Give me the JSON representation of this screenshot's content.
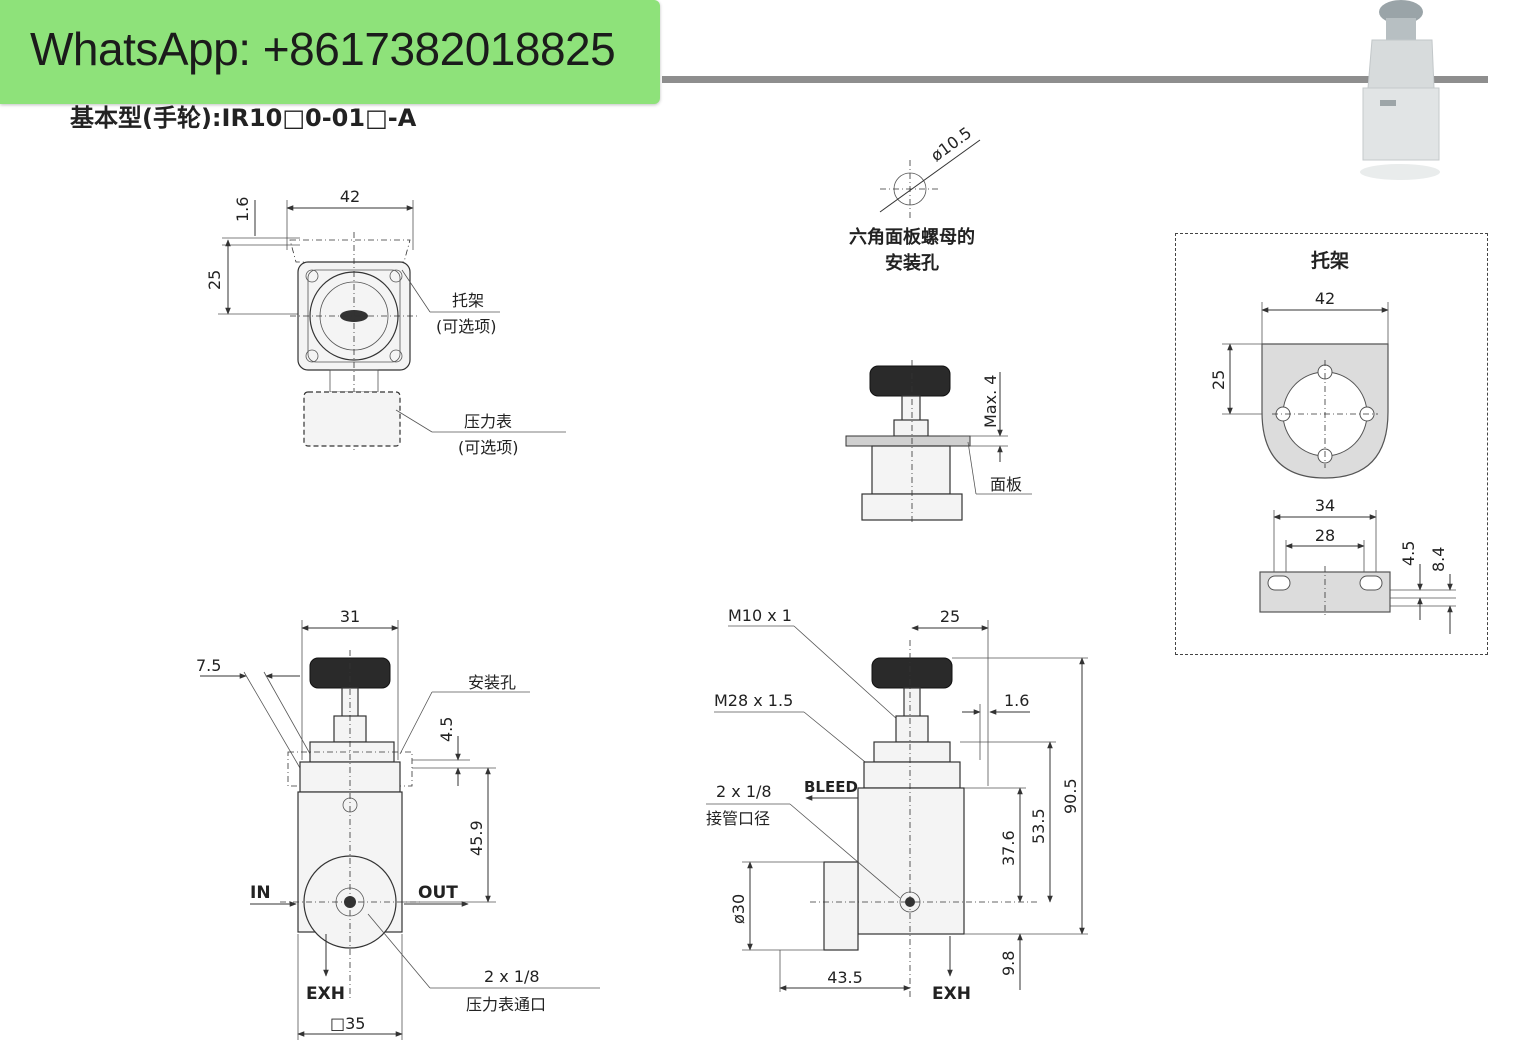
{
  "banner": {
    "text": "WhatsApp: +8617382018825"
  },
  "title": "基本型(手轮):IR10□0-01□-A",
  "front_view": {
    "width": "42",
    "top_gap": "1.6",
    "height": "25",
    "bracket_label": "托架",
    "bracket_note": "(可选项)",
    "gauge_label": "压力表",
    "gauge_note": "(可选项)"
  },
  "panel_hole": {
    "diameter": "ø10.5",
    "label_line1": "六角面板螺母的",
    "label_line2": "安装孔"
  },
  "panel_mount": {
    "max": "Max. 4",
    "panel_label": "面板"
  },
  "bracket_detail": {
    "title": "托架",
    "width": "42",
    "height": "25",
    "slot_outer": "34",
    "slot_inner": "28",
    "slot_h1": "4.5",
    "slot_h2": "8.4"
  },
  "side_view": {
    "width": "31",
    "offset": "7.5",
    "mount_hole": "安装孔",
    "h_small": "4.5",
    "h_big": "45.9",
    "in_label": "IN",
    "out_label": "OUT",
    "exh_label": "EXH",
    "port": "2 x 1/8",
    "port_label": "压力表通口",
    "base": "□35"
  },
  "right_view": {
    "thread1": "M10 x 1",
    "thread2": "M28 x 1.5",
    "width": "25",
    "gap": "1.6",
    "bleed": "BLEED",
    "port": "2 x 1/8",
    "port_label": "接管口径",
    "d30": "ø30",
    "h1": "37.6",
    "h2": "53.5",
    "h_total": "90.5",
    "h_bottom": "9.8",
    "offset": "43.5",
    "exh_label": "EXH"
  }
}
